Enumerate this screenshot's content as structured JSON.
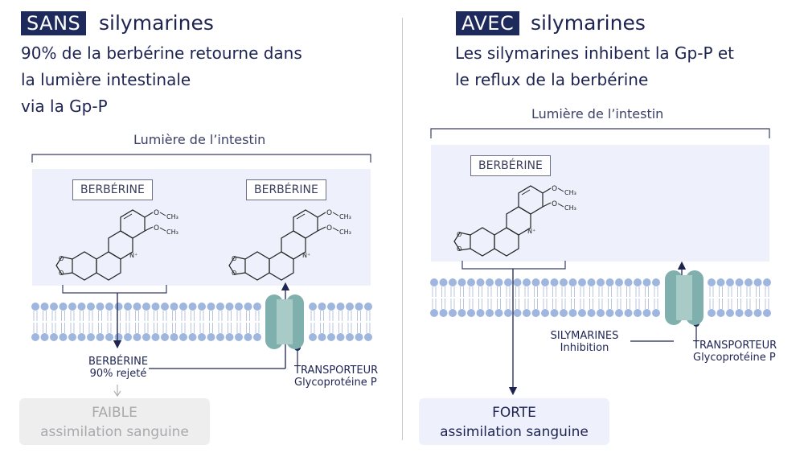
{
  "left": {
    "badge": "SANS",
    "title_word": "silymarines",
    "subtitle_lines": [
      "90% de la berbérine retourne dans",
      "la lumière intestinale",
      "via la Gp-P"
    ],
    "lumiere": "Lumière de l’intestin",
    "molecule_labels": [
      "BERBÉRINE",
      "BERBÉRINE"
    ],
    "rejected_line1": "BERBÉRINE",
    "rejected_line2": "90% rejeté",
    "transporter_line1": "TRANSPORTEUR",
    "transporter_line2": "Glycoprotéine P",
    "result_line1": "FAIBLE",
    "result_line2": "assimilation sanguine"
  },
  "right": {
    "badge": "AVEC",
    "title_word": "silymarines",
    "subtitle_lines": [
      "Les silymarines inhibent la Gp-P et",
      "le reflux de la berbérine"
    ],
    "lumiere": "Lumière de l’intestin",
    "molecule_label": "BERBÉRINE",
    "inhibition_line1": "SILYMARINES",
    "inhibition_line2": "Inhibition",
    "transporter_line1": "TRANSPORTEUR",
    "transporter_line2": "Glycoprotéine P",
    "result_line1": "FORTE",
    "result_line2": "assimilation sanguine"
  },
  "molecule_substituents": [
    "O",
    "CH3",
    "N+"
  ],
  "colors": {
    "navy": "#1e2a5c",
    "lumen_panel": "#eef0fb",
    "membrane_head": "#9fb6df",
    "transporter": "#7fb0ad",
    "result_grey": "#eeeeee",
    "result_blue": "#eef0fb"
  }
}
